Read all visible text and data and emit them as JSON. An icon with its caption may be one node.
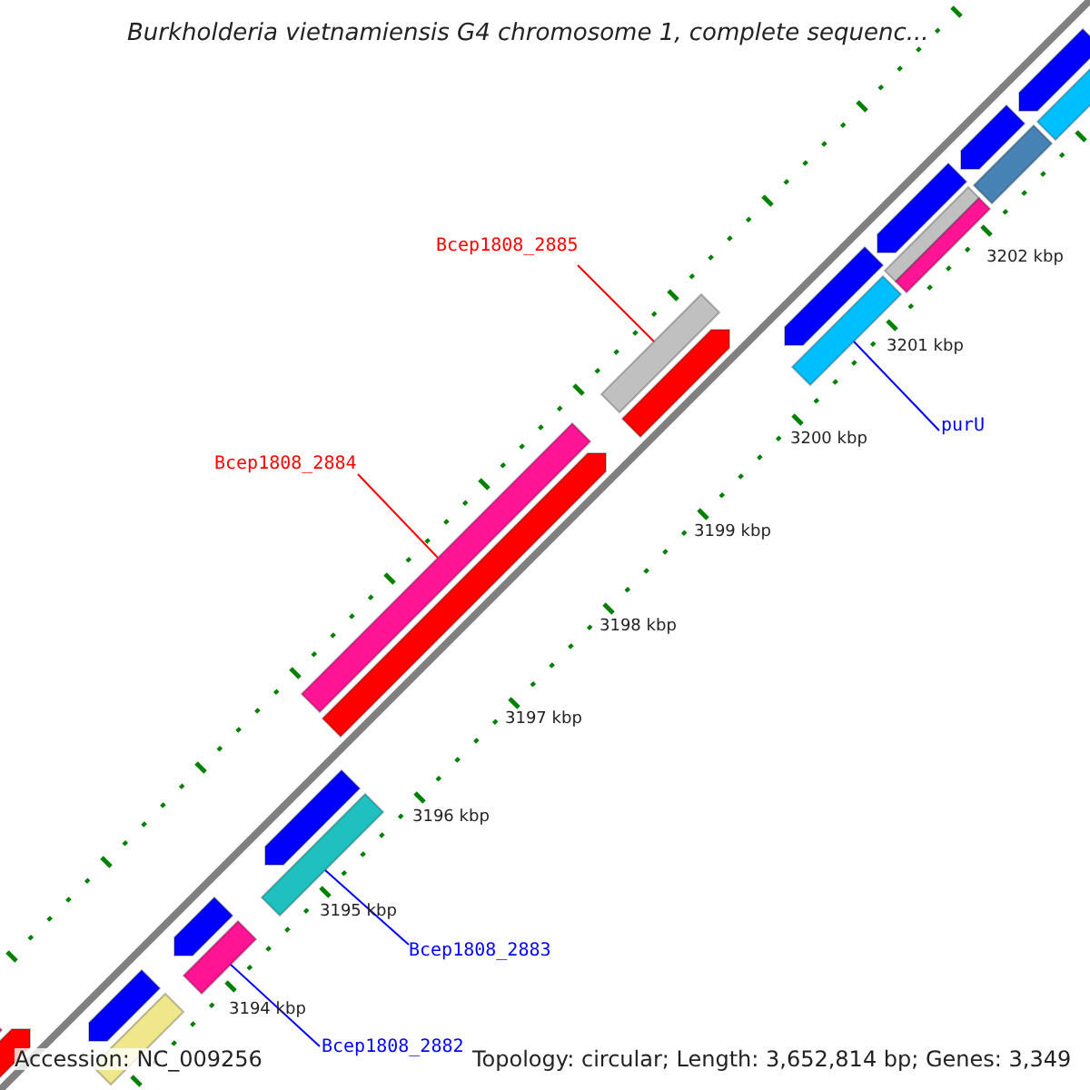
{
  "diagram": {
    "title": "Burkholderia vietnamiensis G4 chromosome 1, complete sequenc...",
    "nodes": [
      {
        "text": [
          "Bcep1808_2885"
        ]
      },
      {
        "text": [
          "Bcep1808_2884"
        ]
      },
      {
        "text": [
          "purU"
        ]
      },
      {
        "text": [
          "Bcep1808_2883"
        ]
      },
      {
        "text": [
          "Bcep1808_2882"
        ]
      },
      {
        "text": [],
        "shape": "bar"
      },
      {
        "text": [],
        "shape": "bar"
      },
      {
        "text": [],
        "shape": "bar"
      },
      {
        "text": [],
        "shape": "bar"
      },
      {
        "text": [],
        "shape": "bar"
      }
    ],
    "edges": [
      {
        "from": 0,
        "to": 5,
        "arrow": "none",
        "color": "#ff0000"
      },
      {
        "from": 1,
        "to": 6,
        "arrow": "none",
        "color": "#ff0000"
      },
      {
        "from": 2,
        "to": 7,
        "arrow": "none",
        "color": "#0000ff"
      },
      {
        "from": 3,
        "to": 8,
        "arrow": "none",
        "color": "#0000ff"
      },
      {
        "from": 4,
        "to": 9,
        "arrow": "none",
        "color": "#0000ff"
      }
    ],
    "labels": [
      "3202 kbp",
      "3201 kbp",
      "3200 kbp",
      "3199 kbp",
      "3198 kbp",
      "3197 kbp",
      "3196 kbp",
      "3195 kbp",
      "3194 kbp",
      "Accession: NC_009256",
      "Topology: circular; Length: 3,652,814 bp; Genes: 3,349"
    ]
  }
}
